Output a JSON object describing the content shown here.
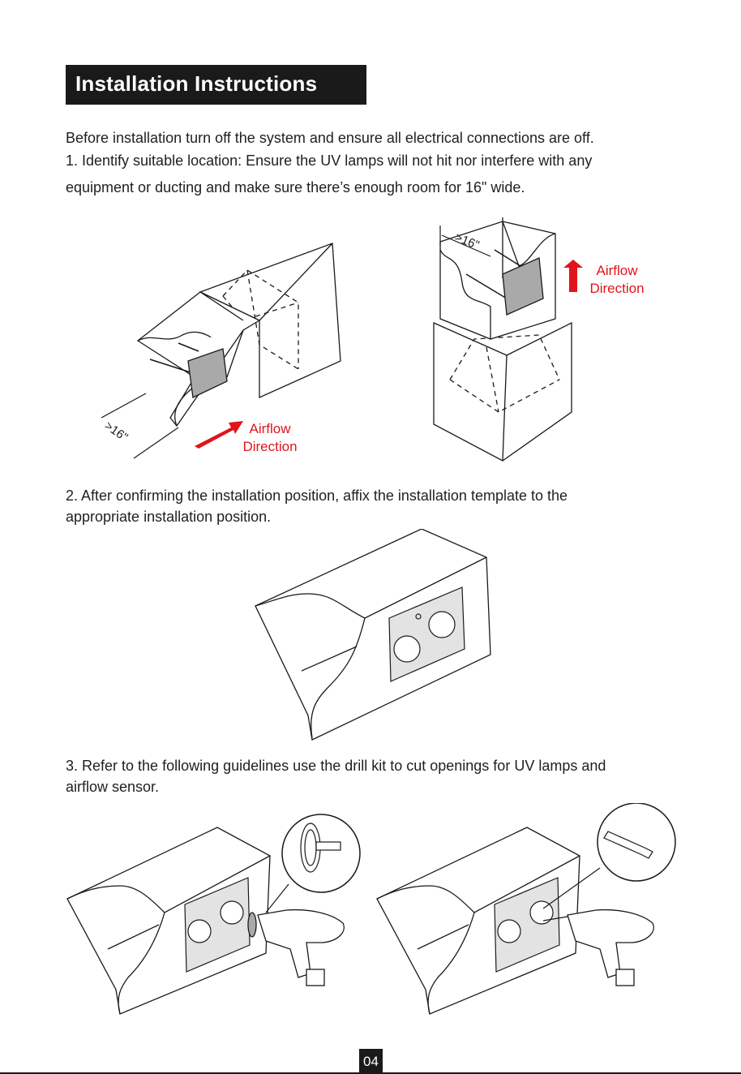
{
  "title": "Installation Instructions",
  "intro": {
    "line1": "Before installation turn off the system and ensure all electrical connections are off.",
    "step1_line1": "1. Identify suitable location: Ensure the UV lamps will not hit nor interfere with any",
    "step1_line2": "equipment or ducting and make sure there’s enough room for 16\" wide."
  },
  "figure1": {
    "left": {
      "dimension": ">16\"",
      "airflow_line1": "Airflow",
      "airflow_line2": "Direction"
    },
    "right": {
      "dimension": ">16\"",
      "airflow_line1": "Airflow",
      "airflow_line2": "Direction"
    }
  },
  "step2": {
    "line1": "2. After confirming the installation position, affix the installation template to the",
    "line2": "appropriate installation position."
  },
  "step3": {
    "line1": "3. Refer to the following guidelines use the drill kit to cut openings for UV lamps and",
    "line2": "airflow sensor."
  },
  "page_number": "04",
  "colors": {
    "accent": "#e1141b",
    "ink": "#1a1a1a",
    "device_gray": "#a9a9a9",
    "template_gray": "#e3e3e3"
  }
}
